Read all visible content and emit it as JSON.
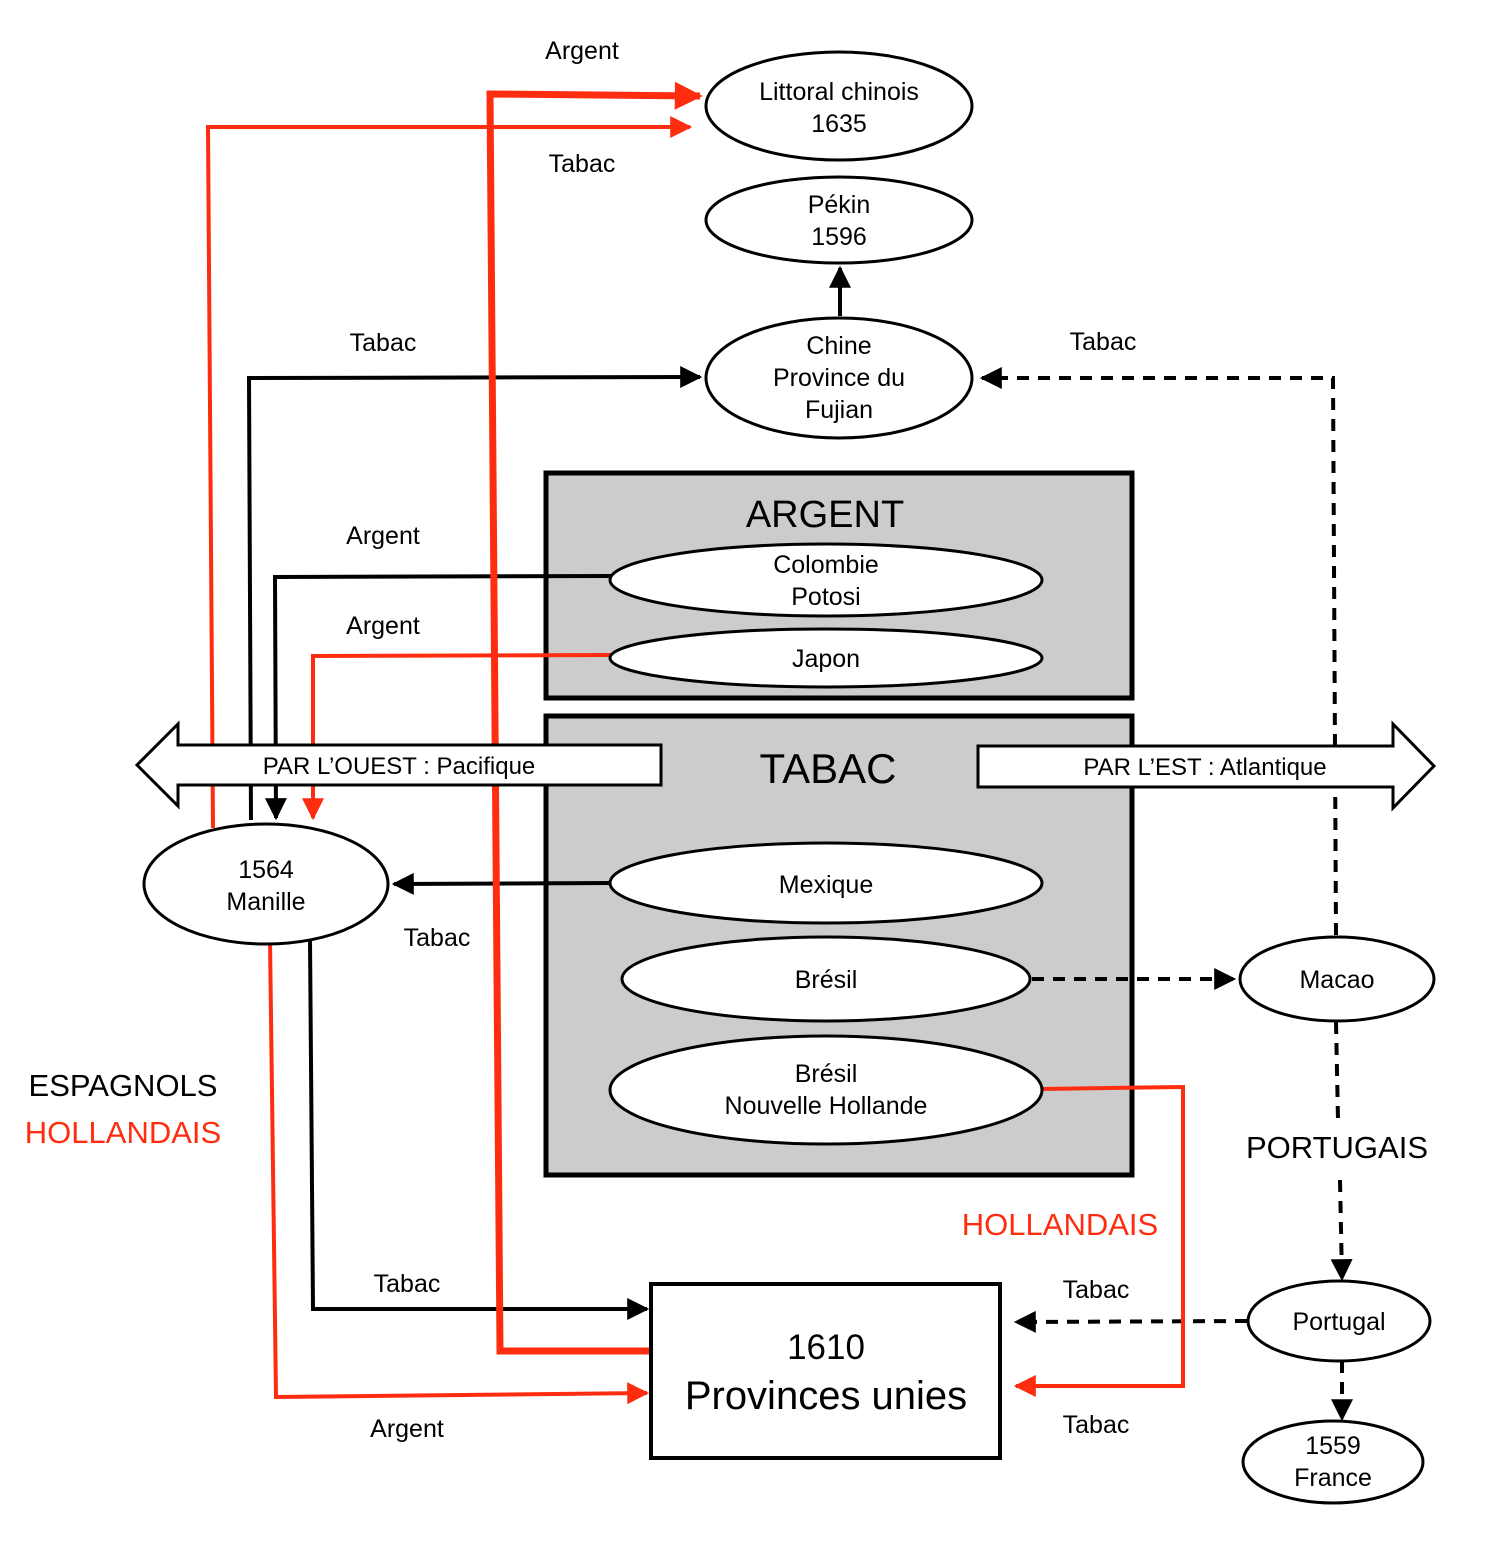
{
  "colors": {
    "red": "#ff2d10",
    "black": "#000000",
    "panel": "#cccccc"
  },
  "panels": {
    "argent_title": "ARGENT",
    "tabac_title": "TABAC"
  },
  "bands": {
    "west": "PAR L’OUEST : Pacifique",
    "east": "PAR L’EST : Atlantique"
  },
  "nodes": {
    "littoral": [
      "Littoral chinois",
      "1635"
    ],
    "pekin": [
      "Pékin",
      "1596"
    ],
    "fujian": [
      "Chine",
      "Province du",
      "Fujian"
    ],
    "colombie": [
      "Colombie",
      "Potosi"
    ],
    "japon": [
      "Japon"
    ],
    "mexique": [
      "Mexique"
    ],
    "bresil": [
      "Brésil"
    ],
    "bresil_nh": [
      "Brésil",
      "Nouvelle Hollande"
    ],
    "manille": [
      "1564",
      "Manille"
    ],
    "macao": [
      "Macao"
    ],
    "portugal": [
      "Portugal"
    ],
    "france": [
      "1559",
      "France"
    ],
    "provinces": [
      "1610",
      "Provinces unies"
    ]
  },
  "edge_labels": {
    "argent_top": "Argent",
    "tabac_top": "Tabac",
    "tabac_fujian_left": "Tabac",
    "tabac_fujian_right": "Tabac",
    "argent_colombie": "Argent",
    "argent_japon": "Argent",
    "tabac_mexique": "Tabac",
    "tabac_manille_provinces": "Tabac",
    "argent_bottom": "Argent",
    "tabac_portugal": "Tabac",
    "tabac_nh": "Tabac"
  },
  "legend": {
    "espagnols": "ESPAGNOLS",
    "hollandais": "HOLLANDAIS",
    "portugais": "PORTUGAIS",
    "hollandais_right": "HOLLANDAIS"
  }
}
